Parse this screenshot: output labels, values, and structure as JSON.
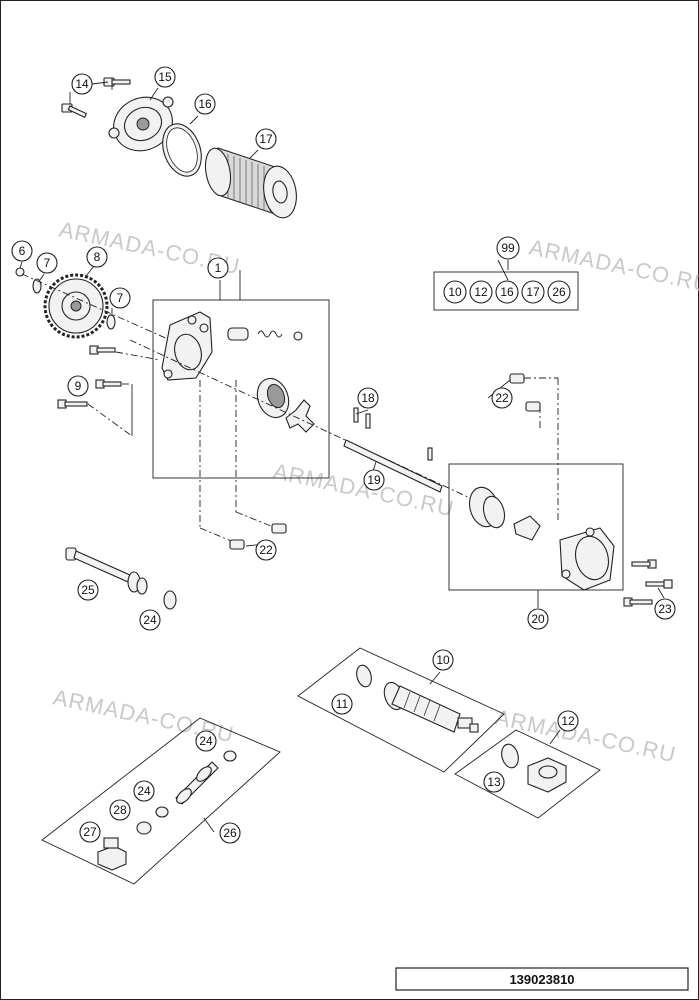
{
  "watermark": "ARMADA-CO.RU",
  "document_number": "139023810",
  "callouts": {
    "c14": "14",
    "c15": "15",
    "c16": "16",
    "c17": "17",
    "c6": "6",
    "c7a": "7",
    "c8": "8",
    "c7b": "7",
    "c9": "9",
    "c1": "1",
    "c99": "99",
    "c10k": "10",
    "c12k": "12",
    "c16k": "16",
    "c17k": "17",
    "c26k": "26",
    "c18": "18",
    "c19": "19",
    "c22a": "22",
    "c22b": "22",
    "c20": "20",
    "c23": "23",
    "c25": "25",
    "c24a": "24",
    "c10": "10",
    "c11": "11",
    "c12": "12",
    "c13": "13",
    "c24b": "24",
    "c24c": "24",
    "c28": "28",
    "c27": "27",
    "c26": "26"
  }
}
